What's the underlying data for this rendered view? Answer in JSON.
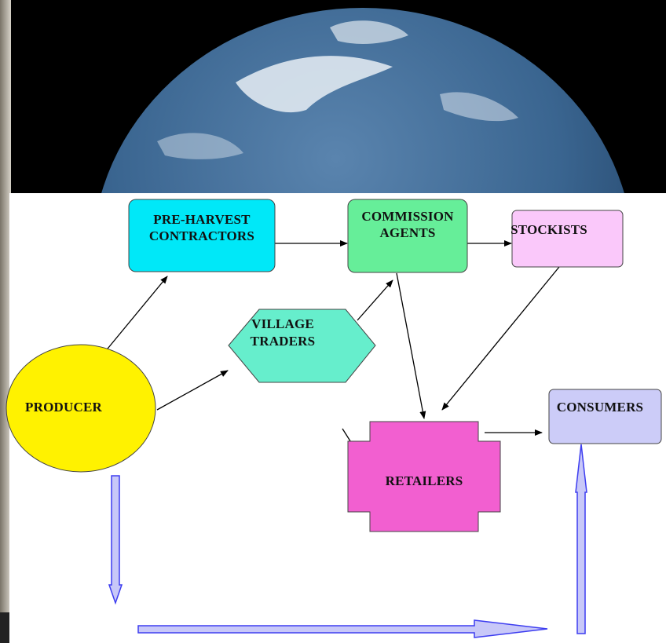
{
  "diagram": {
    "nodes": {
      "pre_harvest_contractors": {
        "line1": "PRE-HARVEST",
        "line2": "CONTRACTORS"
      },
      "commission_agents": {
        "line1": "COMMISSION",
        "line2": "AGENTS"
      },
      "stockists": {
        "label": "STOCKISTS"
      },
      "village_traders": {
        "line1": "VILLAGE",
        "line2": "TRADERS"
      },
      "producer": {
        "label": "PRODUCER"
      },
      "retailers": {
        "label": "RETAILERS"
      },
      "consumers": {
        "label": "CONSUMERS"
      }
    }
  },
  "colors": {
    "pre_harvest_contractors": "#00E8F8",
    "commission_agents": "#66EE99",
    "stockists": "#FAC8FA",
    "village_traders": "#66EECC",
    "producer": "#FFF200",
    "retailers": "#F25FD0",
    "consumers": "#CCCCF8",
    "flow_arrow": "#C8C8F8"
  }
}
